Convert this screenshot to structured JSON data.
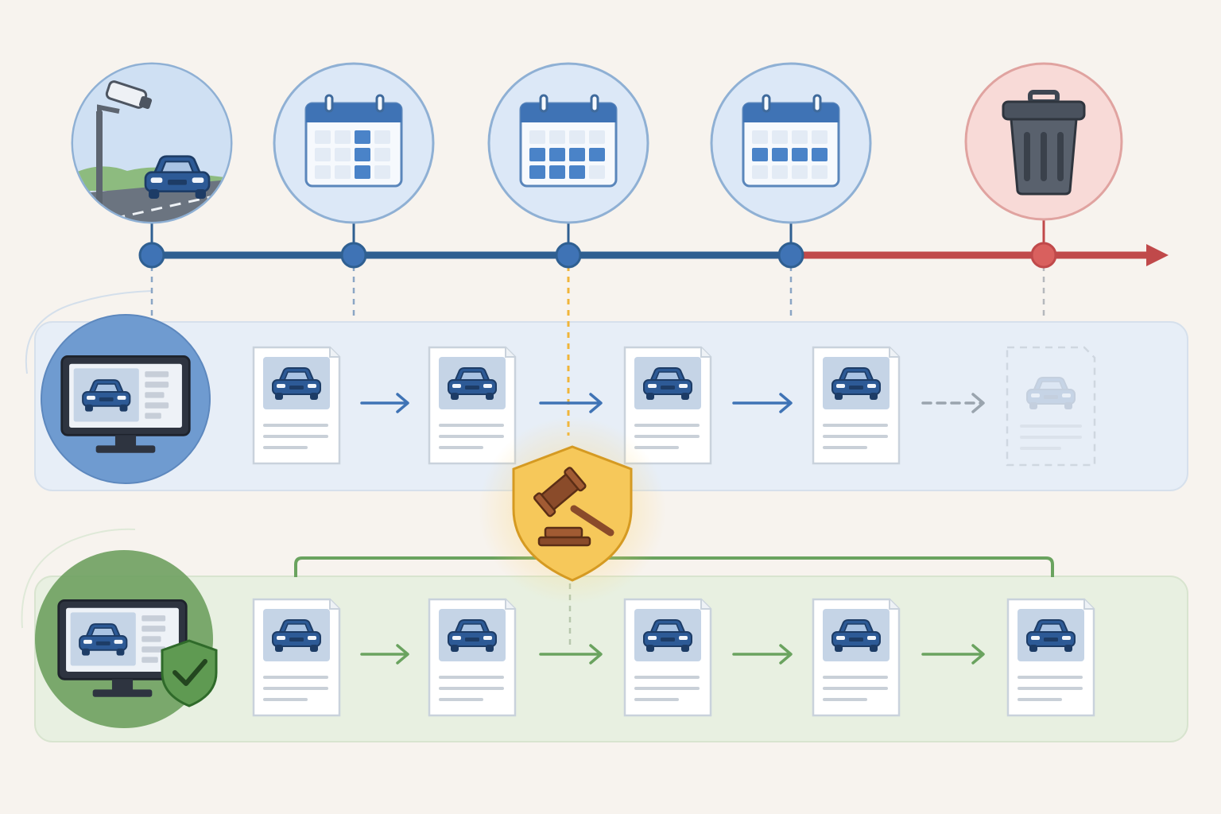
{
  "diagram": {
    "timeline": {
      "stages": [
        {
          "id": "capture",
          "icon": "traffic-camera-car-icon",
          "tone": "blue"
        },
        {
          "id": "retention-1",
          "icon": "calendar-icon",
          "tone": "blue",
          "highlighted_days": 3
        },
        {
          "id": "retention-2",
          "icon": "calendar-icon",
          "tone": "blue",
          "highlighted_days": 7
        },
        {
          "id": "retention-3",
          "icon": "calendar-icon",
          "tone": "blue",
          "highlighted_days": 4
        },
        {
          "id": "deletion",
          "icon": "trash-can-icon",
          "tone": "red"
        }
      ],
      "arrow_icon": "timeline-arrow-icon"
    },
    "standard_lane": {
      "system_icon": "monitor-car-record-icon",
      "records": [
        {
          "icon": "car-record-document-icon",
          "state": "active"
        },
        {
          "icon": "car-record-document-icon",
          "state": "active"
        },
        {
          "icon": "car-record-document-icon",
          "state": "active"
        },
        {
          "icon": "car-record-document-icon",
          "state": "active"
        },
        {
          "icon": "car-record-document-icon",
          "state": "deleted"
        }
      ],
      "final_transition": "dashed"
    },
    "hold_marker": {
      "icon": "gavel-shield-icon",
      "tone": "amber"
    },
    "preserved_lane": {
      "system_icon": "monitor-shield-check-icon",
      "bracket_icon": "preservation-bracket-icon",
      "records": [
        {
          "icon": "car-record-document-icon",
          "state": "preserved"
        },
        {
          "icon": "car-record-document-icon",
          "state": "preserved"
        },
        {
          "icon": "car-record-document-icon",
          "state": "preserved"
        },
        {
          "icon": "car-record-document-icon",
          "state": "preserved"
        },
        {
          "icon": "car-record-document-icon",
          "state": "preserved"
        }
      ]
    },
    "colors": {
      "background": "#f7f3ee",
      "timeline_blue": "#2f5f91",
      "timeline_red": "#c0494a",
      "stage_fill": "#dce8f7",
      "stage_border": "#8fb0d4",
      "delete_fill": "#f8dad7",
      "delete_border": "#e0a3a0",
      "lane_blue": "#e7eef7",
      "lane_green": "#e8f0e1",
      "green": "#6aa35f",
      "amber": "#f6c85a",
      "car_blue": "#2d5a96"
    }
  }
}
